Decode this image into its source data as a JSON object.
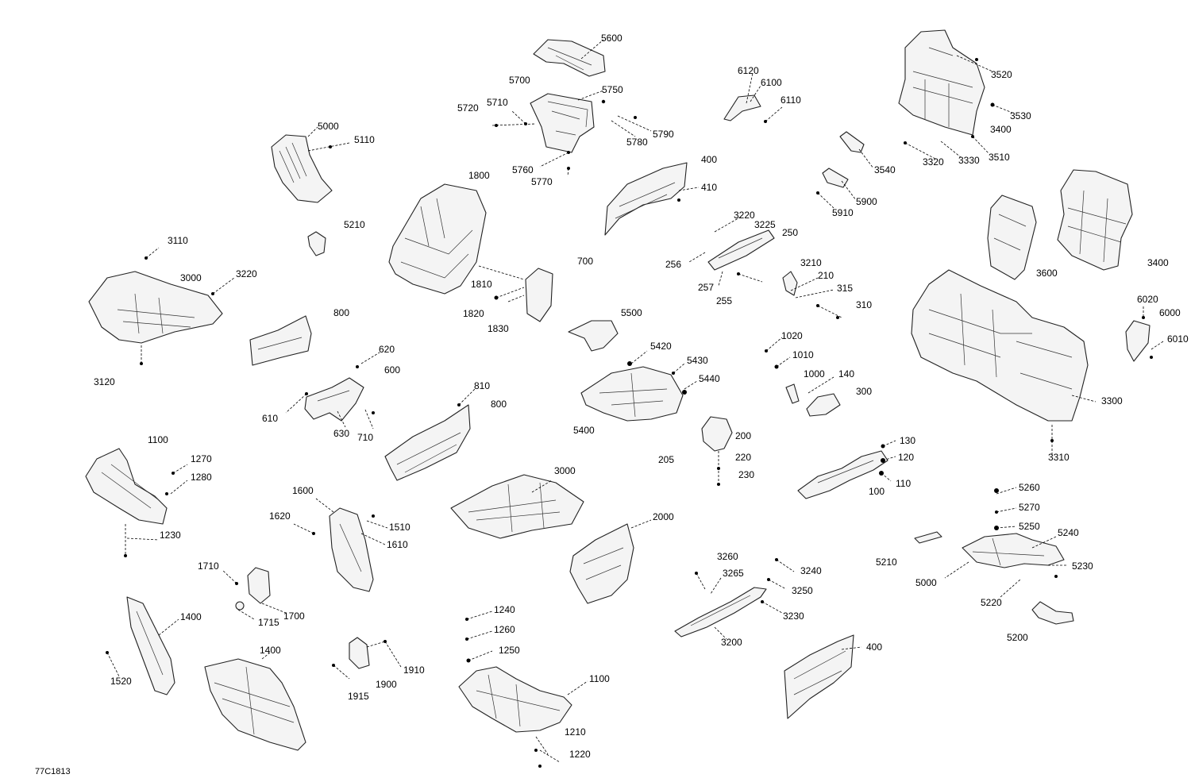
{
  "diagram_id": "77C1813",
  "labels": [
    {
      "id": "5600",
      "text": "5600"
    },
    {
      "id": "5700",
      "text": "5700"
    },
    {
      "id": "5750",
      "text": "5750"
    },
    {
      "id": "5720",
      "text": "5720"
    },
    {
      "id": "5710",
      "text": "5710"
    },
    {
      "id": "5780",
      "text": "5780"
    },
    {
      "id": "5790",
      "text": "5790"
    },
    {
      "id": "5760",
      "text": "5760"
    },
    {
      "id": "5770",
      "text": "5770"
    },
    {
      "id": "6120",
      "text": "6120"
    },
    {
      "id": "6100",
      "text": "6100"
    },
    {
      "id": "6110",
      "text": "6110"
    },
    {
      "id": "3520",
      "text": "3520"
    },
    {
      "id": "3530",
      "text": "3530"
    },
    {
      "id": "3400a",
      "text": "3400"
    },
    {
      "id": "3510",
      "text": "3510"
    },
    {
      "id": "3330",
      "text": "3330"
    },
    {
      "id": "3320",
      "text": "3320"
    },
    {
      "id": "3540",
      "text": "3540"
    },
    {
      "id": "5900",
      "text": "5900"
    },
    {
      "id": "5910",
      "text": "5910"
    },
    {
      "id": "5000a",
      "text": "5000"
    },
    {
      "id": "5110",
      "text": "5110"
    },
    {
      "id": "1800",
      "text": "1800"
    },
    {
      "id": "400a",
      "text": "400"
    },
    {
      "id": "410",
      "text": "410"
    },
    {
      "id": "3220b",
      "text": "3220"
    },
    {
      "id": "3225",
      "text": "3225"
    },
    {
      "id": "250",
      "text": "250"
    },
    {
      "id": "256",
      "text": "256"
    },
    {
      "id": "257",
      "text": "257"
    },
    {
      "id": "255",
      "text": "255"
    },
    {
      "id": "3210",
      "text": "3210"
    },
    {
      "id": "210",
      "text": "210"
    },
    {
      "id": "315",
      "text": "315"
    },
    {
      "id": "310",
      "text": "310"
    },
    {
      "id": "3600",
      "text": "3600"
    },
    {
      "id": "3400b",
      "text": "3400"
    },
    {
      "id": "5210a",
      "text": "5210"
    },
    {
      "id": "3110",
      "text": "3110"
    },
    {
      "id": "3000a",
      "text": "3000"
    },
    {
      "id": "3220a",
      "text": "3220"
    },
    {
      "id": "3120",
      "text": "3120"
    },
    {
      "id": "700",
      "text": "700"
    },
    {
      "id": "1810",
      "text": "1810"
    },
    {
      "id": "1820",
      "text": "1820"
    },
    {
      "id": "1830",
      "text": "1830"
    },
    {
      "id": "5500",
      "text": "5500"
    },
    {
      "id": "800a",
      "text": "800"
    },
    {
      "id": "620",
      "text": "620"
    },
    {
      "id": "600",
      "text": "600"
    },
    {
      "id": "610",
      "text": "610"
    },
    {
      "id": "630",
      "text": "630"
    },
    {
      "id": "710",
      "text": "710"
    },
    {
      "id": "5420",
      "text": "5420"
    },
    {
      "id": "5430",
      "text": "5430"
    },
    {
      "id": "5440",
      "text": "5440"
    },
    {
      "id": "5400",
      "text": "5400"
    },
    {
      "id": "1020",
      "text": "1020"
    },
    {
      "id": "1010",
      "text": "1010"
    },
    {
      "id": "1000",
      "text": "1000"
    },
    {
      "id": "140",
      "text": "140"
    },
    {
      "id": "300",
      "text": "300"
    },
    {
      "id": "6020",
      "text": "6020"
    },
    {
      "id": "6000",
      "text": "6000"
    },
    {
      "id": "6010",
      "text": "6010"
    },
    {
      "id": "3300",
      "text": "3300"
    },
    {
      "id": "810",
      "text": "810"
    },
    {
      "id": "800b",
      "text": "800"
    },
    {
      "id": "200",
      "text": "200"
    },
    {
      "id": "205",
      "text": "205"
    },
    {
      "id": "220",
      "text": "220"
    },
    {
      "id": "230",
      "text": "230"
    },
    {
      "id": "130",
      "text": "130"
    },
    {
      "id": "120",
      "text": "120"
    },
    {
      "id": "110",
      "text": "110"
    },
    {
      "id": "100",
      "text": "100"
    },
    {
      "id": "3310",
      "text": "3310"
    },
    {
      "id": "1100a",
      "text": "1100"
    },
    {
      "id": "1270",
      "text": "1270"
    },
    {
      "id": "1280",
      "text": "1280"
    },
    {
      "id": "1230",
      "text": "1230"
    },
    {
      "id": "3000b",
      "text": "3000"
    },
    {
      "id": "1600",
      "text": "1600"
    },
    {
      "id": "1620",
      "text": "1620"
    },
    {
      "id": "1510",
      "text": "1510"
    },
    {
      "id": "1610",
      "text": "1610"
    },
    {
      "id": "2000",
      "text": "2000"
    },
    {
      "id": "5260",
      "text": "5260"
    },
    {
      "id": "5270",
      "text": "5270"
    },
    {
      "id": "5250",
      "text": "5250"
    },
    {
      "id": "5240",
      "text": "5240"
    },
    {
      "id": "5210b",
      "text": "5210"
    },
    {
      "id": "5000b",
      "text": "5000"
    },
    {
      "id": "5230",
      "text": "5230"
    },
    {
      "id": "1710",
      "text": "1710"
    },
    {
      "id": "1715",
      "text": "1715"
    },
    {
      "id": "1700",
      "text": "1700"
    },
    {
      "id": "3260",
      "text": "3260"
    },
    {
      "id": "3265",
      "text": "3265"
    },
    {
      "id": "3240",
      "text": "3240"
    },
    {
      "id": "3250",
      "text": "3250"
    },
    {
      "id": "3230",
      "text": "3230"
    },
    {
      "id": "3200",
      "text": "3200"
    },
    {
      "id": "5220",
      "text": "5220"
    },
    {
      "id": "1400a",
      "text": "1400"
    },
    {
      "id": "1520",
      "text": "1520"
    },
    {
      "id": "1400b",
      "text": "1400"
    },
    {
      "id": "1240",
      "text": "1240"
    },
    {
      "id": "1260",
      "text": "1260"
    },
    {
      "id": "1250",
      "text": "1250"
    },
    {
      "id": "1100b",
      "text": "1100"
    },
    {
      "id": "1910",
      "text": "1910"
    },
    {
      "id": "1900",
      "text": "1900"
    },
    {
      "id": "1915",
      "text": "1915"
    },
    {
      "id": "1210",
      "text": "1210"
    },
    {
      "id": "1220",
      "text": "1220"
    },
    {
      "id": "400b",
      "text": "400"
    },
    {
      "id": "5200",
      "text": "5200"
    }
  ]
}
